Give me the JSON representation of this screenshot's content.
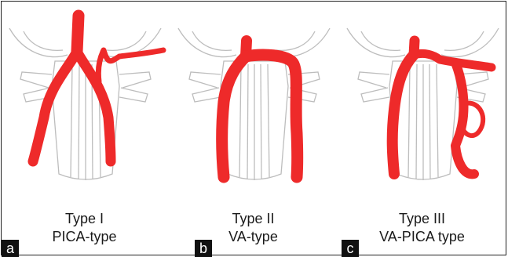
{
  "panels": [
    {
      "letter": "a",
      "type_label": "Type I",
      "subtype_label": "PICA-type"
    },
    {
      "letter": "b",
      "type_label": "Type II",
      "subtype_label": "VA-type"
    },
    {
      "letter": "c",
      "type_label": "Type III",
      "subtype_label": "VA-PICA type"
    }
  ],
  "colors": {
    "artery": "#ee2a2a",
    "outline": "#bdbdbd",
    "border": "#222222",
    "letter_bg": "#111111"
  }
}
